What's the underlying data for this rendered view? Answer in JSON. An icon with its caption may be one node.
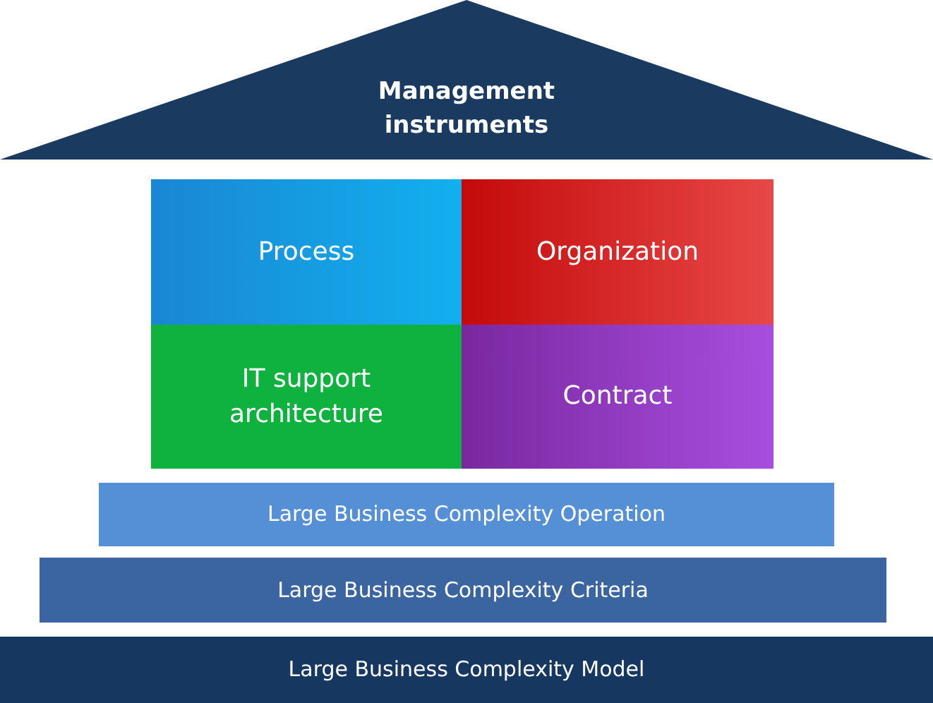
{
  "diagram": {
    "nodes": [
      {
        "text": [
          "Management instruments"
        ]
      },
      {
        "text": [
          "Process"
        ]
      },
      {
        "text": [
          "Organization"
        ]
      },
      {
        "text": [
          "IT support architecture"
        ]
      },
      {
        "text": [
          "Contract"
        ]
      },
      {
        "text": [
          "Large Business Complexity Operation"
        ]
      },
      {
        "text": [
          "Large Business Complexity Criteria"
        ]
      },
      {
        "text": [
          "Large Business Complexity Model"
        ]
      }
    ],
    "edges": []
  }
}
